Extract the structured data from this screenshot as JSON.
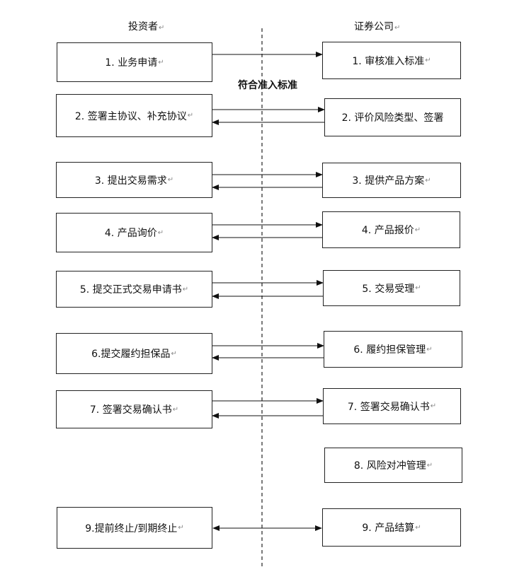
{
  "headers": {
    "left": "投资者",
    "right": "证券公司"
  },
  "annotation": "符合准入标准",
  "return_mark": "↵",
  "left_boxes": [
    "1. 业务申请",
    "2. 签署主协议、补充协议",
    "3. 提出交易需求",
    "4. 产品询价",
    "5. 提交正式交易申请书",
    "6.提交履约担保品",
    "7. 签署交易确认书",
    "9.提前终止/到期终止"
  ],
  "right_boxes": [
    "1. 审核准入标准",
    "2. 评价风险类型、签署",
    "3. 提供产品方案",
    "4. 产品报价",
    "5. 交易受理",
    "6. 履约担保管理",
    "7. 签署交易确认书",
    "8. 风险对冲管理",
    "9. 产品结算"
  ],
  "connections": [
    {
      "from": "1. 业务申请",
      "to": "1. 审核准入标准",
      "direction": "right"
    },
    {
      "from": "2. 签署主协议、补充协议",
      "to": "2. 评价风险类型、签署",
      "direction": "both-pair"
    },
    {
      "from": "3. 提出交易需求",
      "to": "3. 提供产品方案",
      "direction": "both-pair"
    },
    {
      "from": "4. 产品询价",
      "to": "4. 产品报价",
      "direction": "both-pair"
    },
    {
      "from": "5. 提交正式交易申请书",
      "to": "5. 交易受理",
      "direction": "both-pair"
    },
    {
      "from": "6.提交履约担保品",
      "to": "6. 履约担保管理",
      "direction": "both-pair"
    },
    {
      "from": "7. 签署交易确认书",
      "to": "7. 签署交易确认书",
      "direction": "both-pair"
    },
    {
      "from": "9.提前终止/到期终止",
      "to": "9. 产品结算",
      "direction": "double-headed"
    }
  ]
}
